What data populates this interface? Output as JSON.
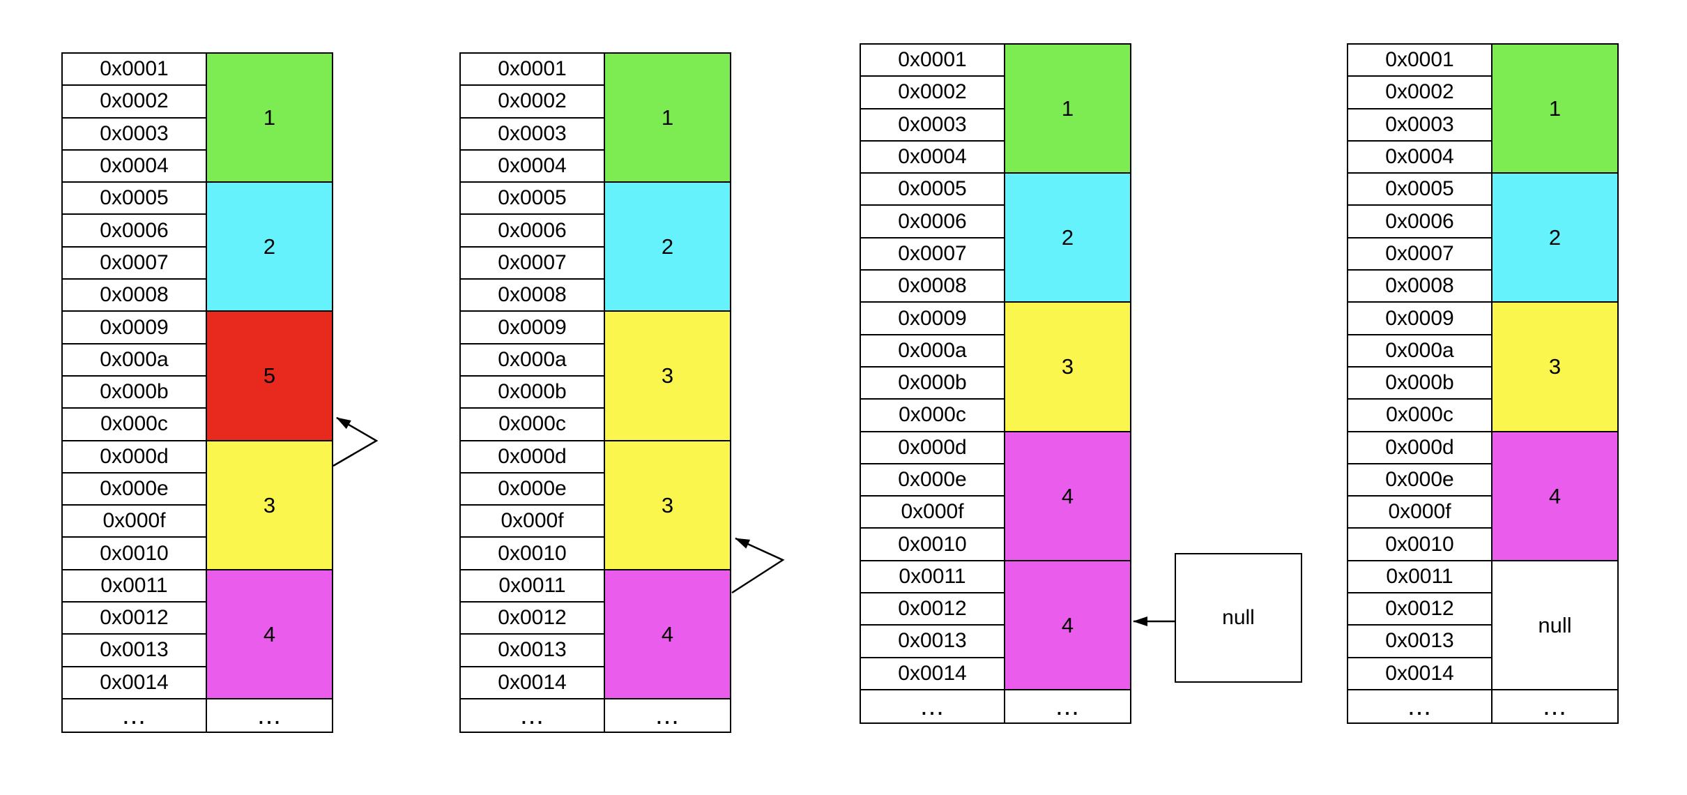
{
  "colors": {
    "green": "#7CEC52",
    "cyan": "#66F2FC",
    "red": "#E8291D",
    "yellow": "#FBF64E",
    "magenta": "#EA5CEC",
    "white": "#FFFFFF",
    "line": "#000000"
  },
  "addresses": [
    "0x0001",
    "0x0002",
    "0x0003",
    "0x0004",
    "0x0005",
    "0x0006",
    "0x0007",
    "0x0008",
    "0x0009",
    "0x000a",
    "0x000b",
    "0x000c",
    "0x000d",
    "0x000e",
    "0x000f",
    "0x0010",
    "0x0011",
    "0x0012",
    "0x0013",
    "0x0014",
    "..."
  ],
  "tables": [
    {
      "name": "memory-state-1",
      "blocks": [
        {
          "label": "1",
          "color": "green",
          "span": 4
        },
        {
          "label": "2",
          "color": "cyan",
          "span": 4
        },
        {
          "label": "5",
          "color": "red",
          "span": 4
        },
        {
          "label": "3",
          "color": "yellow",
          "span": 4
        },
        {
          "label": "4",
          "color": "magenta",
          "span": 4
        },
        {
          "label": "...",
          "color": "white",
          "span": 1,
          "ellipsis": true
        }
      ]
    },
    {
      "name": "memory-state-2",
      "blocks": [
        {
          "label": "1",
          "color": "green",
          "span": 4
        },
        {
          "label": "2",
          "color": "cyan",
          "span": 4
        },
        {
          "label": "3",
          "color": "yellow",
          "span": 4
        },
        {
          "label": "3",
          "color": "yellow",
          "span": 4
        },
        {
          "label": "4",
          "color": "magenta",
          "span": 4
        },
        {
          "label": "...",
          "color": "white",
          "span": 1,
          "ellipsis": true
        }
      ]
    },
    {
      "name": "memory-state-3",
      "blocks": [
        {
          "label": "1",
          "color": "green",
          "span": 4
        },
        {
          "label": "2",
          "color": "cyan",
          "span": 4
        },
        {
          "label": "3",
          "color": "yellow",
          "span": 4
        },
        {
          "label": "4",
          "color": "magenta",
          "span": 4
        },
        {
          "label": "4",
          "color": "magenta",
          "span": 4
        },
        {
          "label": "...",
          "color": "white",
          "span": 1,
          "ellipsis": true
        }
      ]
    },
    {
      "name": "memory-state-4",
      "blocks": [
        {
          "label": "1",
          "color": "green",
          "span": 4
        },
        {
          "label": "2",
          "color": "cyan",
          "span": 4
        },
        {
          "label": "3",
          "color": "yellow",
          "span": 4
        },
        {
          "label": "4",
          "color": "magenta",
          "span": 4
        },
        {
          "label": "null",
          "color": "white",
          "span": 4
        },
        {
          "label": "...",
          "color": "white",
          "span": 1,
          "ellipsis": true
        }
      ]
    }
  ],
  "null_box": {
    "label": "null"
  }
}
